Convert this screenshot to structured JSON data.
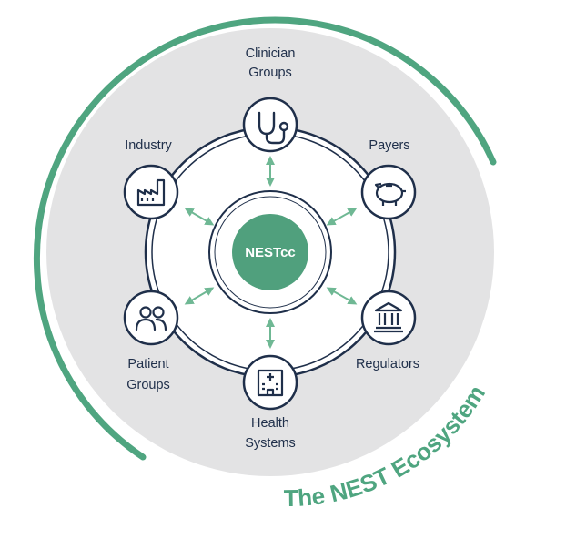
{
  "diagram": {
    "center": {
      "label": "NESTcc"
    },
    "title": "The NEST Ecosystem",
    "nodes": [
      {
        "id": "clinician-groups",
        "line1": "Clinician",
        "line2": "Groups",
        "icon": "stethoscope-icon"
      },
      {
        "id": "payers",
        "line1": "Payers",
        "line2": "",
        "icon": "piggy-bank-icon"
      },
      {
        "id": "regulators",
        "line1": "Regulators",
        "line2": "",
        "icon": "bank-building-icon"
      },
      {
        "id": "health-systems",
        "line1": "Health",
        "line2": "Systems",
        "icon": "hospital-icon"
      },
      {
        "id": "patient-groups",
        "line1": "Patient",
        "line2": "Groups",
        "icon": "people-icon"
      },
      {
        "id": "industry",
        "line1": "Industry",
        "line2": "",
        "icon": "factory-icon"
      }
    ],
    "colors": {
      "accent_green": "#4fa580",
      "center_fill": "#50a07d",
      "navy": "#1f2f4a",
      "disc_gray": "#e3e3e4",
      "ring_white": "#ffffff"
    }
  }
}
